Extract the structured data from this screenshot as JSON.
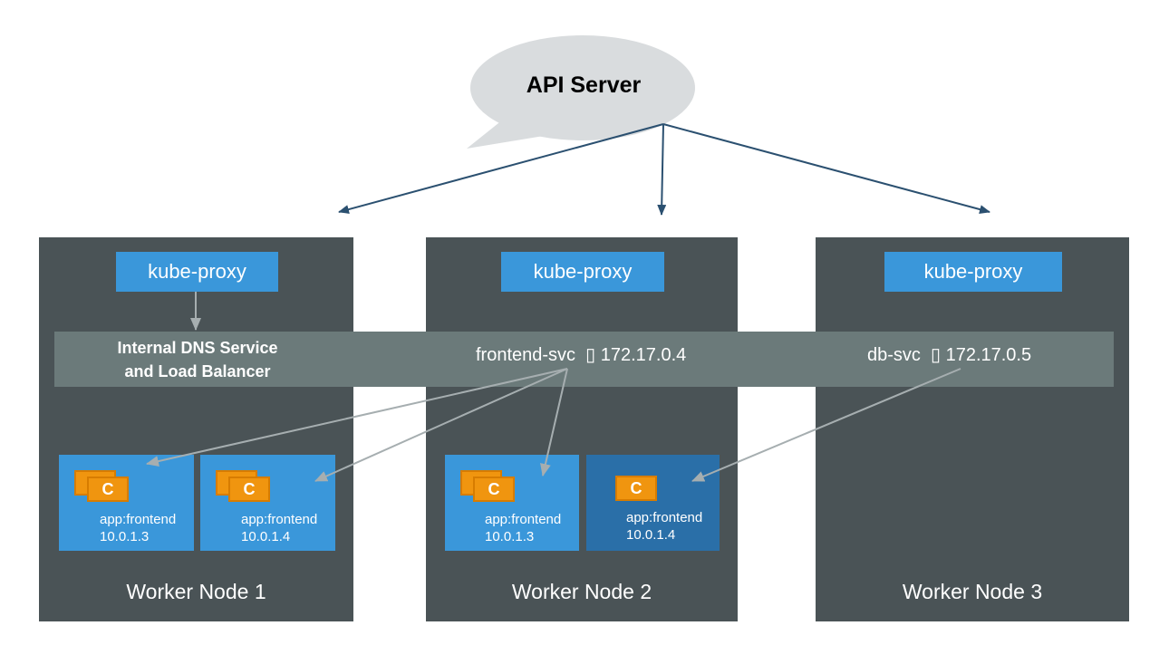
{
  "api_server": {
    "label": "API Server"
  },
  "band": {
    "title": "Internal DNS Service\nand Load Balancer",
    "frontend_svc": "frontend-svc  ▯ 172.17.0.4",
    "db_svc": "db-svc  ▯ 172.17.0.5"
  },
  "nodes": [
    {
      "name": "Worker Node 1",
      "proxy": "kube-proxy",
      "pods": [
        {
          "container": "C",
          "label": "app:frontend",
          "ip": "10.0.1.3"
        },
        {
          "container": "C",
          "label": "app:frontend",
          "ip": "10.0.1.4"
        }
      ]
    },
    {
      "name": "Worker Node 2",
      "proxy": "kube-proxy",
      "pods": [
        {
          "container": "C",
          "label": "app:frontend",
          "ip": "10.0.1.3"
        },
        {
          "container": "C",
          "label": "app:frontend",
          "ip": "10.0.1.4"
        }
      ]
    },
    {
      "name": "Worker Node 3",
      "proxy": "kube-proxy",
      "pods": []
    }
  ],
  "colors": {
    "node_bg": "#4a5356",
    "band_bg": "#6b7a7a",
    "proxy_bg": "#3a97da",
    "pod_bg": "#3a97da",
    "pod_db_bg": "#2a6fa8",
    "container": "#f0950f",
    "api_arrow": "#2b5070",
    "svc_arrow": "#a6aeb0"
  }
}
